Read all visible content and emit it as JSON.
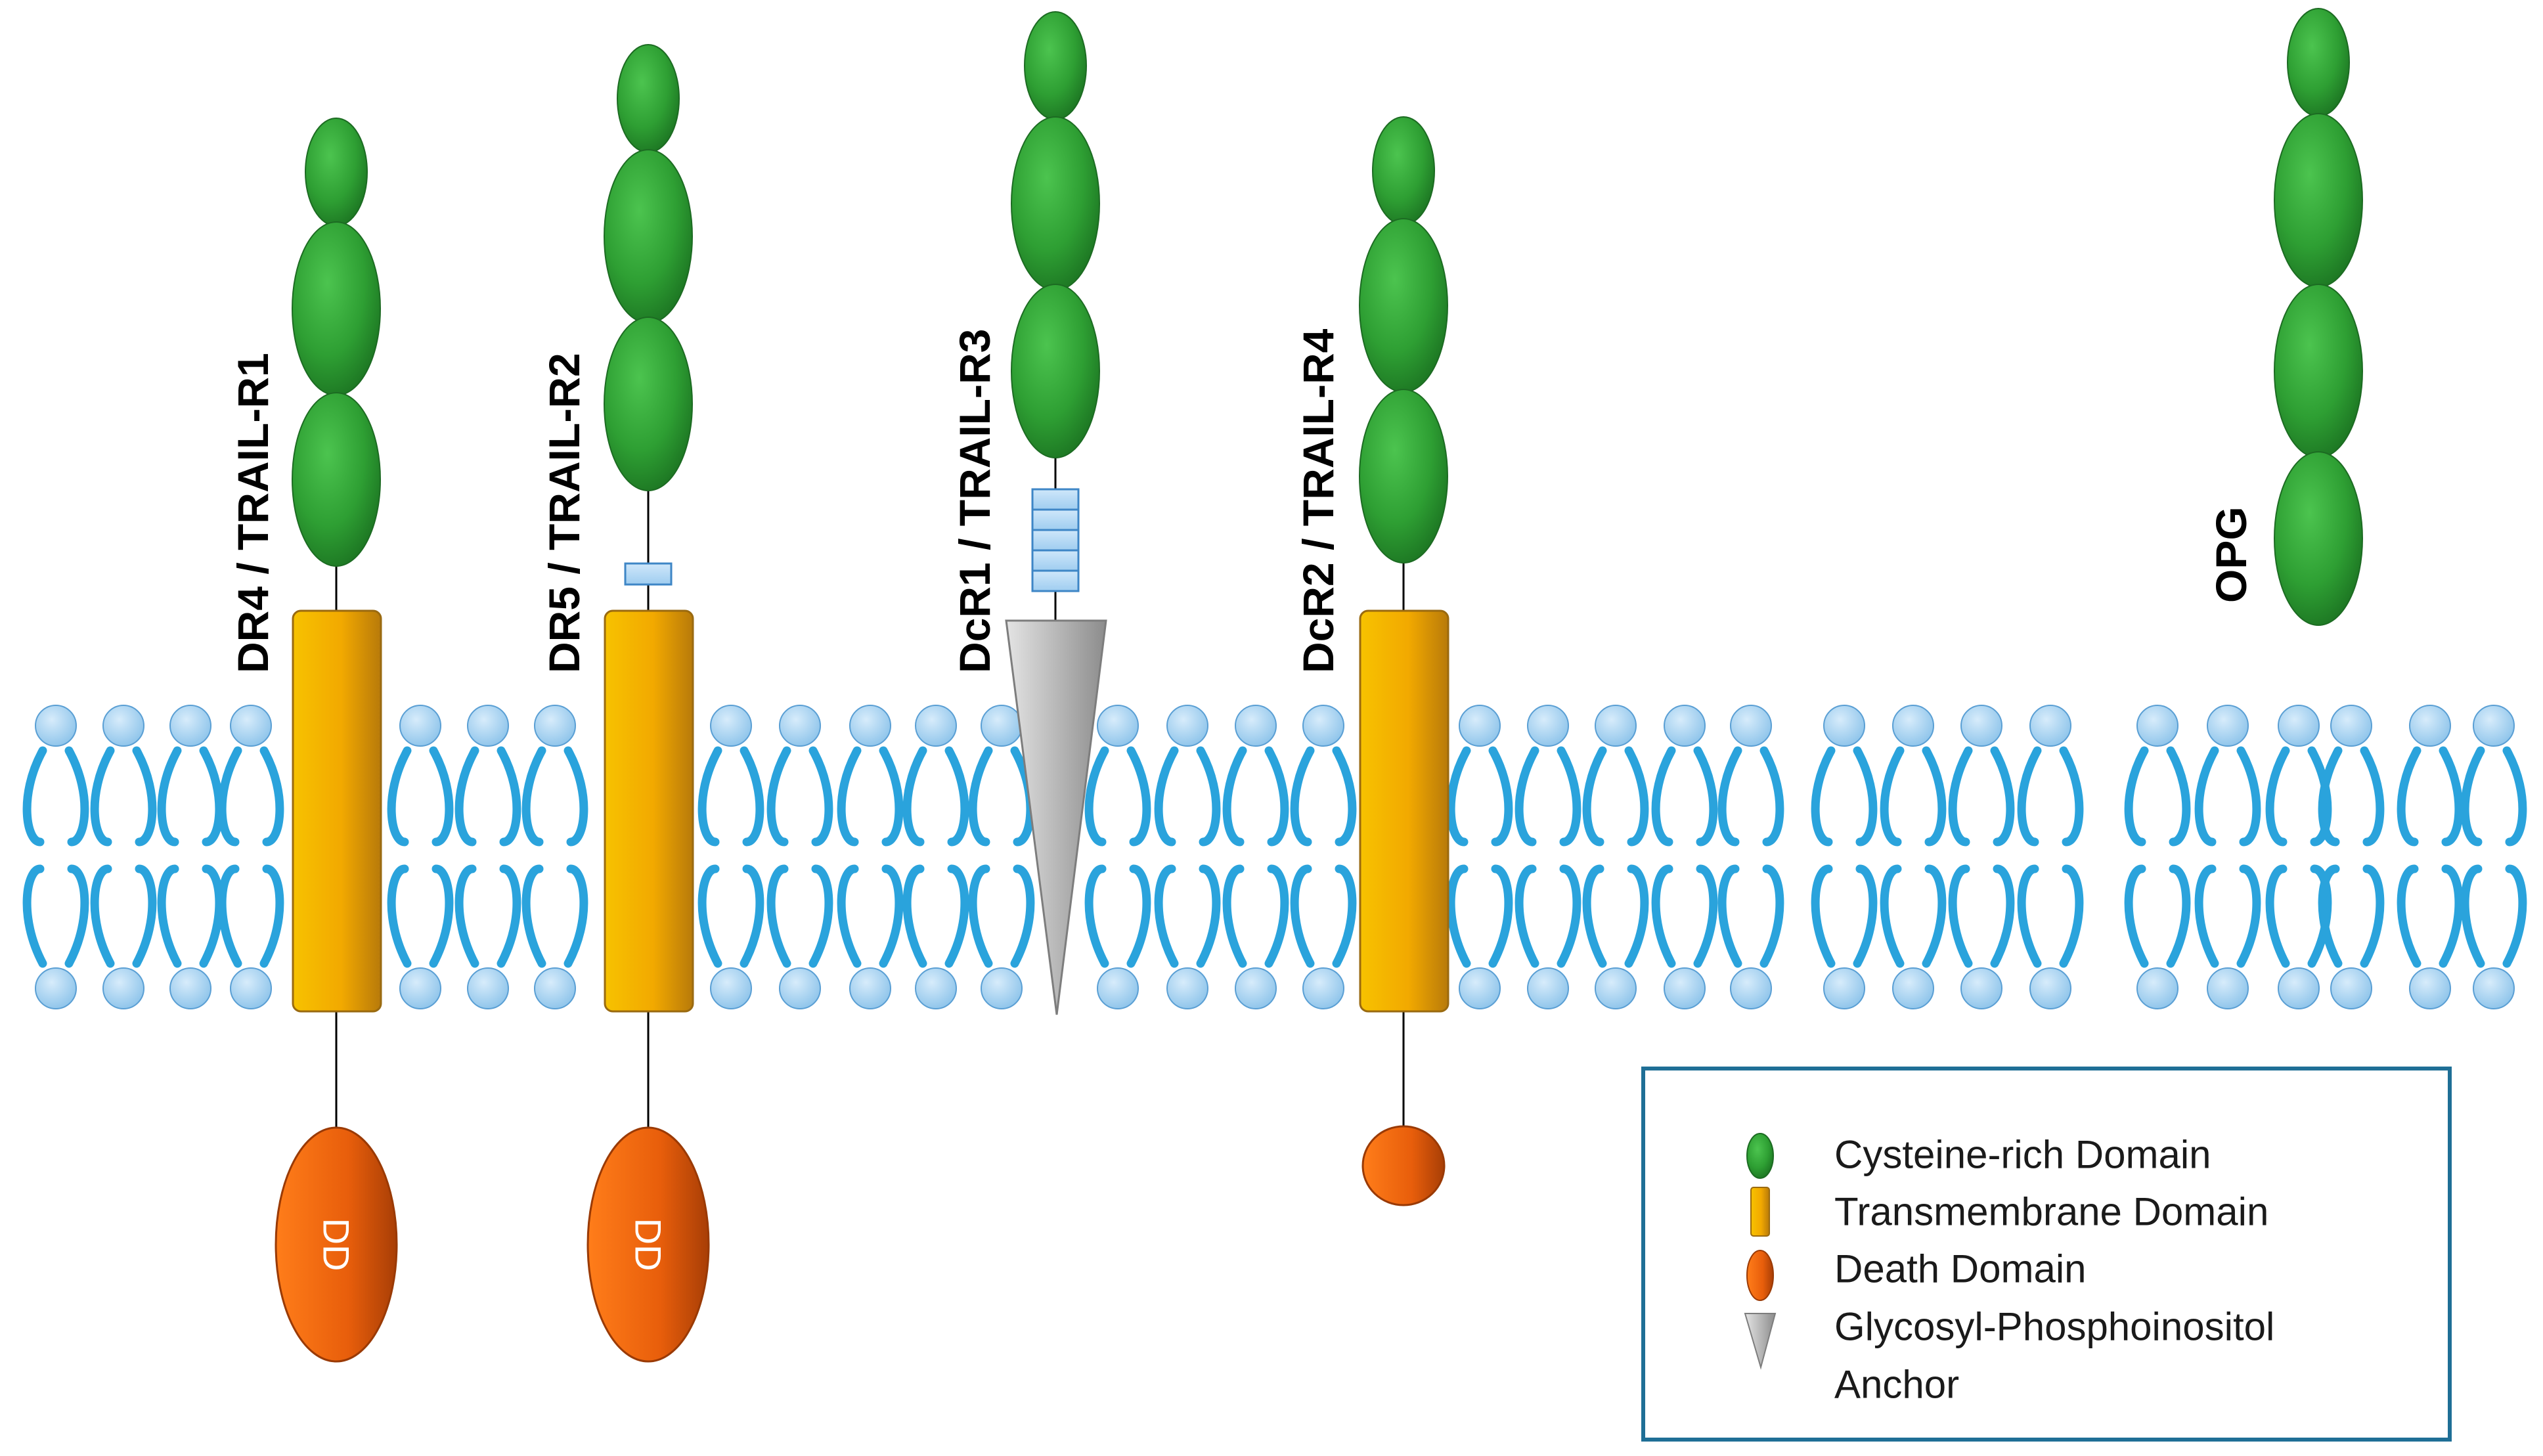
{
  "receptors": [
    {
      "id": "dr4",
      "label": "DR4 / TRAIL-R1",
      "dd_label": "DD"
    },
    {
      "id": "dr5",
      "label": "DR5 / TRAIL-R2",
      "dd_label": "DD"
    },
    {
      "id": "dcr1",
      "label": "DcR1 / TRAIL-R3"
    },
    {
      "id": "dcr2",
      "label": "DcR2 / TRAIL-R4"
    },
    {
      "id": "opg",
      "label": "OPG"
    }
  ],
  "legend": {
    "items": [
      {
        "label": "Cysteine-rich Domain",
        "icon": "green-ellipse-icon"
      },
      {
        "label": "Transmembrane Domain",
        "icon": "gold-cylinder-icon"
      },
      {
        "label": "Death Domain",
        "icon": "orange-ellipse-icon"
      },
      {
        "label": "Glycosyl-Phosphoinositol",
        "icon": "gray-cone-icon"
      },
      {
        "label": "Anchor",
        "icon": ""
      }
    ]
  },
  "colors": {
    "membrane": "#2aa3dc",
    "membrane_head": "#9fd0f1",
    "cysteine_rich": "#2e9f33",
    "transmembrane": "#f2a900",
    "death_domain": "#e85e0b",
    "gpi_anchor": "#b4b4b4",
    "legend_border": "#1f6f96"
  }
}
